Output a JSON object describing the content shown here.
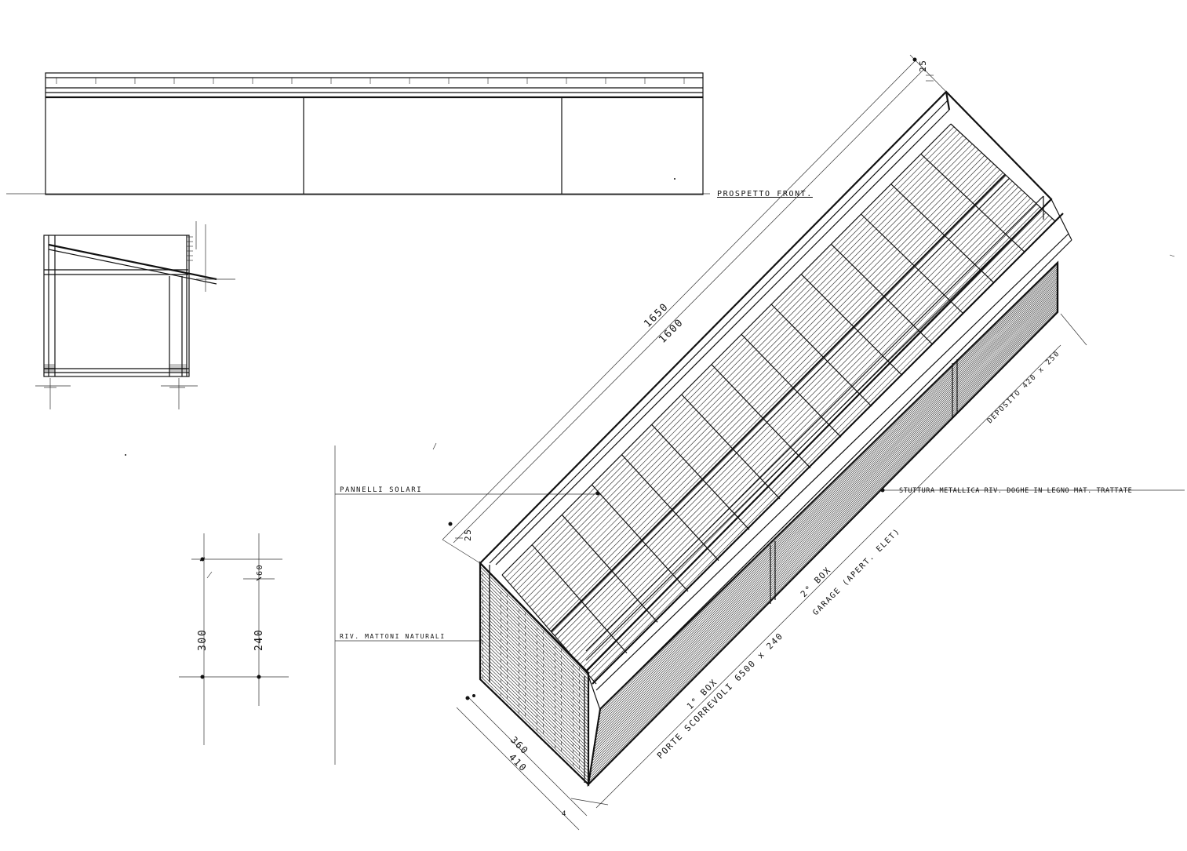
{
  "labels": {
    "front_elevation": "PROSPETTO FRONT.",
    "solar_panels": "PANNELLI SOLARI",
    "brick_cladding": "RIV. MATTONI NATURALI",
    "steel_structure": "STUTTURA METALLICA RIV. DOGHE IN LEGNO MAT. TRATTATE",
    "storage": "DEPOSITO 420 x 250",
    "box_1": "1° BOX",
    "box_2": "2° BOX",
    "sliding_doors": "PORTE SCORREVOLI 6500 x 240",
    "garage": "GARAGE (APERT. ELET)"
  },
  "dimensions": {
    "total_length": "1650",
    "panel_length": "1600",
    "top_offset": "25",
    "bottom_offset": "25",
    "depth_360": "360",
    "depth_410": "410",
    "small_4": "4",
    "height_total": "300",
    "height_wall": "240",
    "height_roof": "60"
  }
}
